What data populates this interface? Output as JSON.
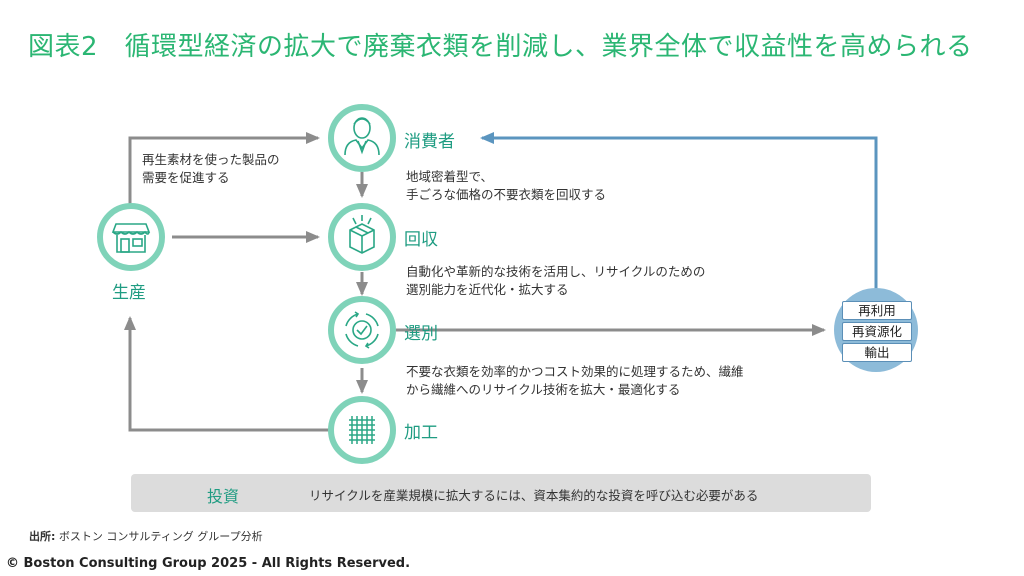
{
  "title": "図表2　循環型経済の拡大で廃棄衣類を削減し、業界全体で収益性を高められる",
  "nodes": {
    "consumer": "消費者",
    "collection": "回収",
    "sorting": "選別",
    "processing": "加工",
    "production": "生産"
  },
  "descriptions": {
    "production_to_consumer": [
      "再生素材を使った製品の",
      "需要を促進する"
    ],
    "consumer_to_collection": [
      "地域密着型で、",
      "手ごろな価格の不要衣類を回収する"
    ],
    "collection_to_sorting": [
      "自動化や革新的な技術を活用し、リサイクルのための",
      "選別能力を近代化・拡大する"
    ],
    "sorting_to_processing": [
      "不要な衣類を効率的かつコスト効果的に処理するため、繊維",
      "から繊維へのリサイクル技術を拡大・最適化する"
    ]
  },
  "outlets": [
    "再利用",
    "再資源化",
    "輸出"
  ],
  "investment": {
    "title": "投資",
    "text": "リサイクルを産業規模に拡大するには、資本集約的な投資を呼び込む必要がある"
  },
  "source_label": "出所:",
  "source_text": "ボストン コンサルティング グループ分析",
  "copyright": "© Boston Consulting Group 2025 - All Rights Reserved.",
  "colors": {
    "title": "#2bb673",
    "node_ring": "#7fd3b9",
    "node_icon": "#2aa786",
    "arrow_gray": "#8c8c8c",
    "arrow_blue": "#5b95bf",
    "outlet_circle": "#8dbbd9"
  }
}
